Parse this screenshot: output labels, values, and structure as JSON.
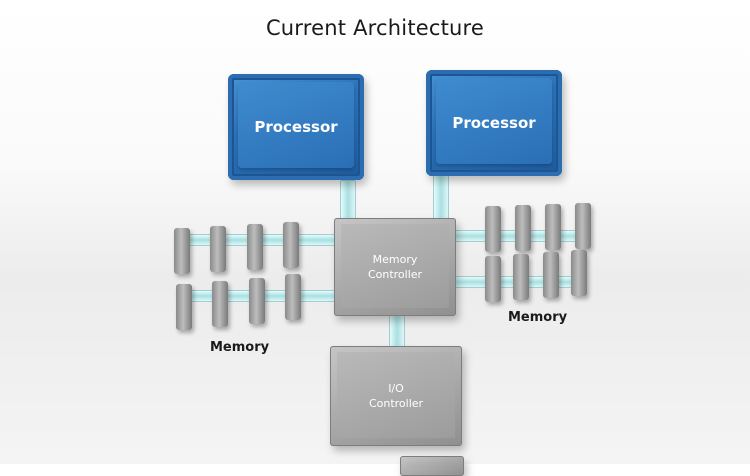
{
  "title": "Current Architecture",
  "processors": [
    {
      "label": "Processor"
    },
    {
      "label": "Processor"
    }
  ],
  "memory_controller": {
    "line1": "Memory",
    "line2": "Controller"
  },
  "io_controller": {
    "line1": "I/O",
    "line2": "Controller"
  },
  "memory_labels": {
    "left": "Memory",
    "right": "Memory"
  },
  "colors": {
    "processor": "#2c72b8",
    "controller": "#a8a8a8",
    "bus": "#a9e0e2"
  }
}
